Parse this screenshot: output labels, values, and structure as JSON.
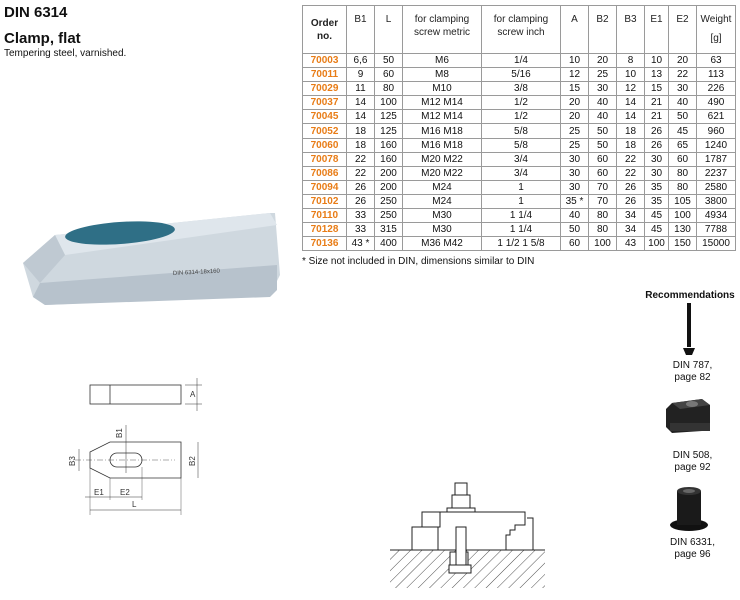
{
  "header": {
    "title": "DIN 6314",
    "subtitle": "Clamp, flat",
    "description": "Tempering steel, varnished."
  },
  "table": {
    "headers": {
      "order": "Order no.",
      "b1": "B1",
      "l": "L",
      "metric": "for clamping screw metric",
      "inch": "for clamping screw inch",
      "a": "A",
      "b2": "B2",
      "b3": "B3",
      "e1": "E1",
      "e2": "E2",
      "weight": "Weight",
      "weight_unit": "[g]"
    },
    "rows": [
      [
        "70003",
        "6,6",
        "50",
        "M6",
        "1/4",
        "10",
        "20",
        "8",
        "10",
        "20",
        "63"
      ],
      [
        "70011",
        "9",
        "60",
        "M8",
        "5/16",
        "12",
        "25",
        "10",
        "13",
        "22",
        "113"
      ],
      [
        "70029",
        "11",
        "80",
        "M10",
        "3/8",
        "15",
        "30",
        "12",
        "15",
        "30",
        "226"
      ],
      [
        "70037",
        "14",
        "100",
        "M12 M14",
        "1/2",
        "20",
        "40",
        "14",
        "21",
        "40",
        "490"
      ],
      [
        "70045",
        "14",
        "125",
        "M12 M14",
        "1/2",
        "20",
        "40",
        "14",
        "21",
        "50",
        "621"
      ],
      [
        "70052",
        "18",
        "125",
        "M16 M18",
        "5/8",
        "25",
        "50",
        "18",
        "26",
        "45",
        "960"
      ],
      [
        "70060",
        "18",
        "160",
        "M16 M18",
        "5/8",
        "25",
        "50",
        "18",
        "26",
        "65",
        "1240"
      ],
      [
        "70078",
        "22",
        "160",
        "M20 M22",
        "3/4",
        "30",
        "60",
        "22",
        "30",
        "60",
        "1787"
      ],
      [
        "70086",
        "22",
        "200",
        "M20 M22",
        "3/4",
        "30",
        "60",
        "22",
        "30",
        "80",
        "2237"
      ],
      [
        "70094",
        "26",
        "200",
        "M24",
        "1",
        "30",
        "70",
        "26",
        "35",
        "80",
        "2580"
      ],
      [
        "70102",
        "26",
        "250",
        "M24",
        "1",
        "35 *",
        "70",
        "26",
        "35",
        "105",
        "3800"
      ],
      [
        "70110",
        "33",
        "250",
        "M30",
        "1 1/4",
        "40",
        "80",
        "34",
        "45",
        "100",
        "4934"
      ],
      [
        "70128",
        "33",
        "315",
        "M30",
        "1 1/4",
        "50",
        "80",
        "34",
        "45",
        "130",
        "7788"
      ],
      [
        "70136",
        "43 *",
        "400",
        "M36 M42",
        "1 1/2  1 5/8",
        "60",
        "100",
        "43",
        "100",
        "150",
        "15000"
      ]
    ],
    "footnote": "* Size not included in DIN, dimensions similar to DIN"
  },
  "drawing": {
    "labels": {
      "a": "A",
      "b1": "B1",
      "b2": "B2",
      "b3": "B3",
      "e1": "E1",
      "e2": "E2",
      "l": "L"
    }
  },
  "product_marking": "DIN 6314-18x160",
  "recommendations": {
    "title": "Recommendations",
    "items": [
      {
        "line1": "DIN 787,",
        "line2": "page 82"
      },
      {
        "line1": "DIN 508,",
        "line2": "page 92"
      },
      {
        "line1": "DIN 6331,",
        "line2": "page 96"
      }
    ]
  },
  "colors": {
    "order_accent": "#e87c16",
    "steel": "#c9d3dc",
    "slot": "#2f6f86"
  }
}
